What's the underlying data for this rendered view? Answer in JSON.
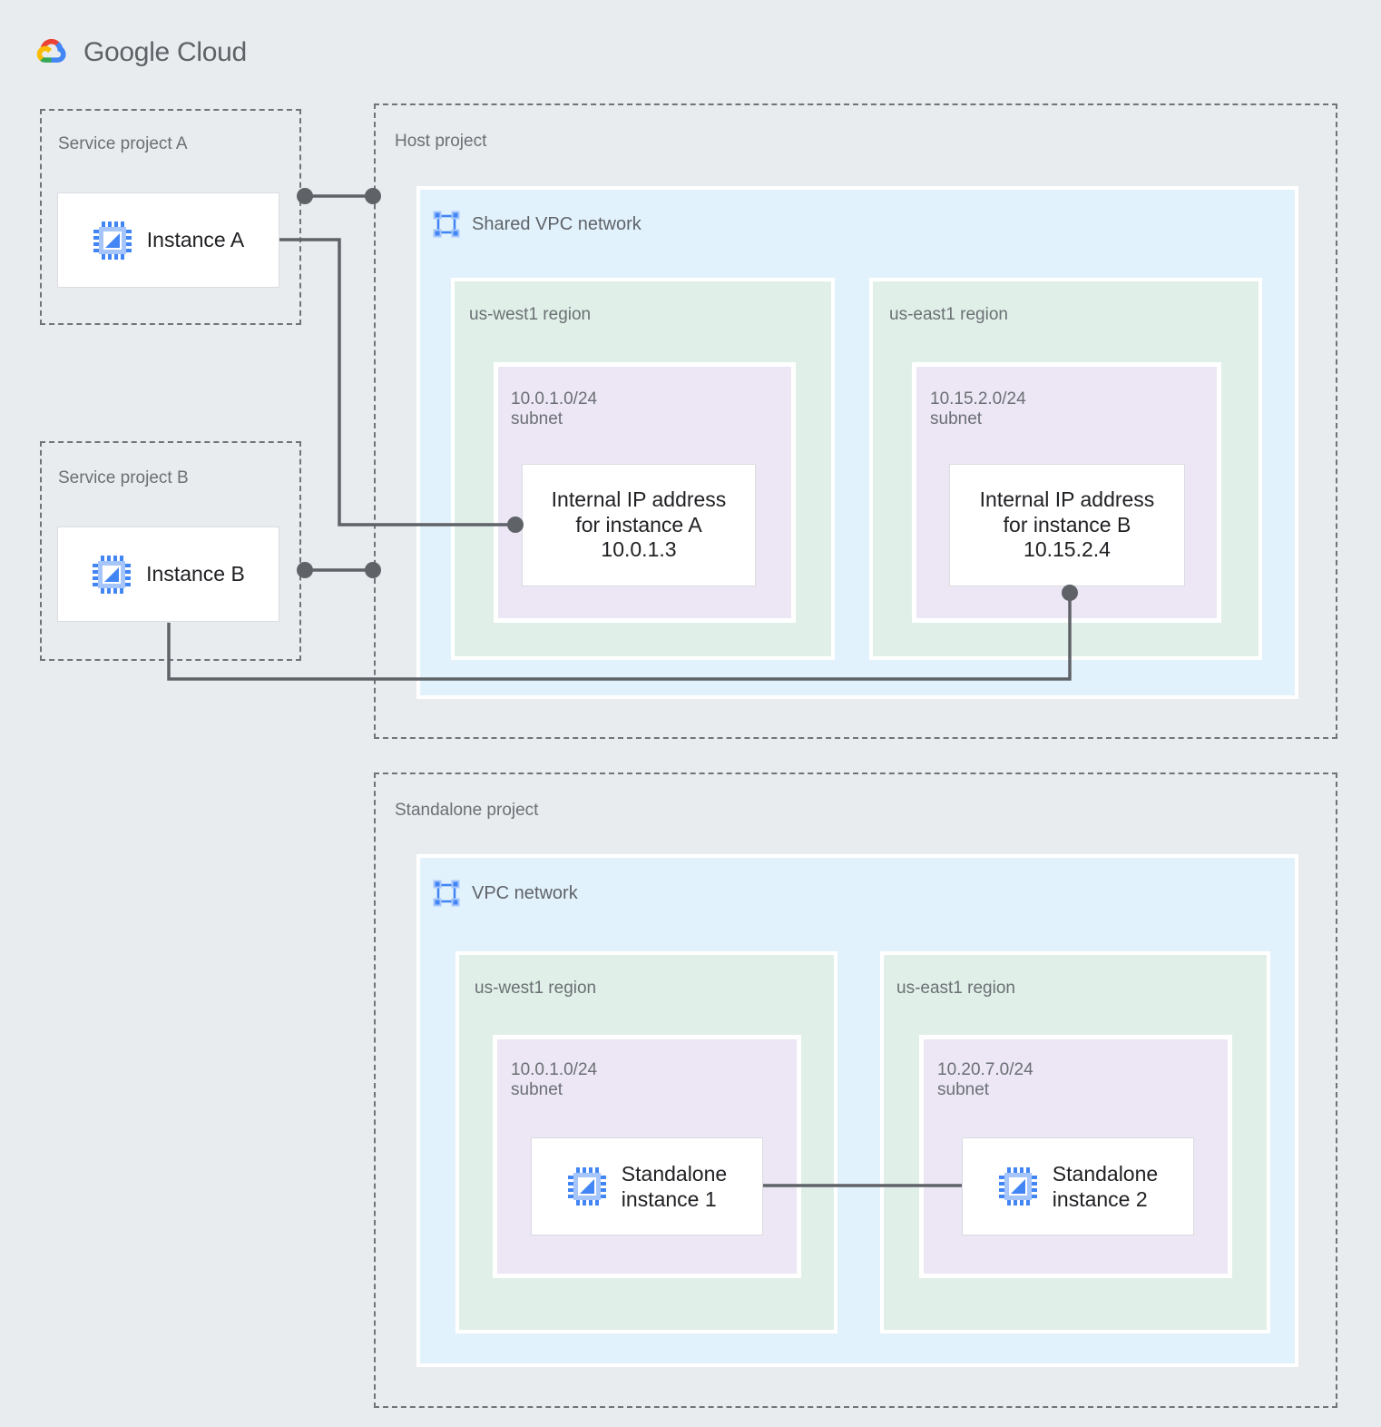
{
  "brand": {
    "name_part1": "Google",
    "name_part2": "Cloud",
    "logo_icon": "google-cloud-logo-icon",
    "colors": {
      "red": "#ea4335",
      "blue": "#4285f4",
      "green": "#34a853",
      "yellow": "#fbbc04",
      "text": "#5f6368"
    }
  },
  "palette": {
    "page_background": "#e8ecef",
    "vpc_background": "#e2f2fc",
    "region_background": "#e0f0e8",
    "subnet_background": "#ece6f5",
    "card_background": "#ffffff",
    "dashed_border": "#6e7479",
    "connector": "#5f6368",
    "icon_blue": "#4285f4",
    "icon_blue_light": "#a6c6fb",
    "label_text": "#6b7074",
    "body_text": "#202124"
  },
  "projects": {
    "service_a": {
      "label": "Service project A",
      "instance": {
        "label": "Instance A",
        "icon": "vm-instance-icon"
      }
    },
    "service_b": {
      "label": "Service project B",
      "instance": {
        "label": "Instance B",
        "icon": "vm-instance-icon"
      }
    },
    "host": {
      "label": "Host project",
      "network": {
        "title": "Shared VPC network",
        "icon": "vpc-network-icon",
        "regions": [
          {
            "label": "us-west1 region",
            "subnet": {
              "cidr": "10.0.1.0/24",
              "kind": "subnet",
              "label": "10.0.1.0/24\nsubnet",
              "card": {
                "text": "Internal IP address\nfor instance A\n10.0.1.3",
                "line1": "Internal IP address",
                "line2": "for instance A",
                "ip": "10.0.1.3"
              }
            }
          },
          {
            "label": "us-east1 region",
            "subnet": {
              "cidr": "10.15.2.0/24",
              "kind": "subnet",
              "label": "10.15.2.0/24\nsubnet",
              "card": {
                "text": "Internal IP address\nfor instance B\n10.15.2.4",
                "line1": "Internal IP address",
                "line2": "for instance B",
                "ip": "10.15.2.4"
              }
            }
          }
        ]
      }
    },
    "standalone": {
      "label": "Standalone project",
      "network": {
        "title": "VPC network",
        "icon": "vpc-network-icon",
        "regions": [
          {
            "label": "us-west1 region",
            "subnet": {
              "cidr": "10.0.1.0/24",
              "kind": "subnet",
              "label": "10.0.1.0/24\nsubnet",
              "instance": {
                "label": "Standalone\ninstance 1",
                "icon": "vm-instance-icon"
              }
            }
          },
          {
            "label": "us-east1 region",
            "subnet": {
              "cidr": "10.20.7.0/24",
              "kind": "subnet",
              "label": "10.20.7.0/24\nsubnet",
              "instance": {
                "label": "Standalone\ninstance 2",
                "icon": "vm-instance-icon"
              }
            }
          }
        ]
      }
    }
  },
  "connections": [
    {
      "name": "service-a-to-host-project",
      "style": "dotted-endpoints"
    },
    {
      "name": "instance-a-to-internal-ip-a",
      "style": "elbow-line"
    },
    {
      "name": "service-b-to-host-project",
      "style": "dotted-endpoints"
    },
    {
      "name": "instance-b-to-internal-ip-b",
      "style": "elbow-line"
    },
    {
      "name": "standalone-instance-1-to-standalone-instance-2",
      "style": "straight-line"
    }
  ]
}
